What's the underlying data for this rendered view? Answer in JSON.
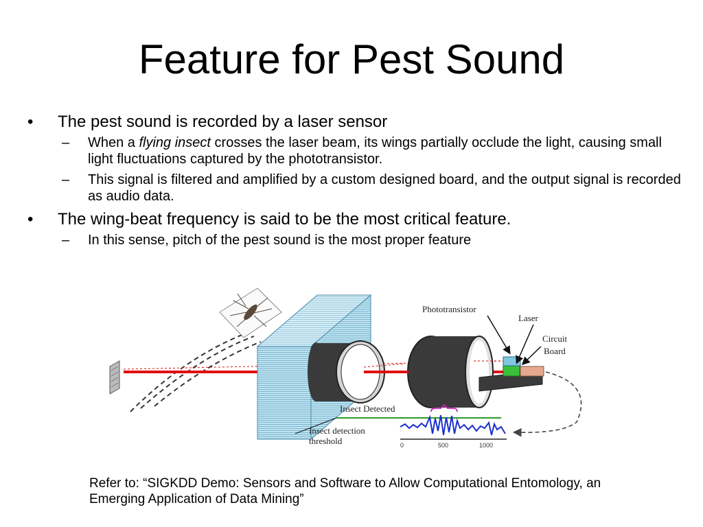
{
  "slide": {
    "title": "Feature for Pest Sound",
    "bullets": [
      {
        "text": "The pest sound is recorded by a laser sensor",
        "subs": [
          {
            "pre": "When a ",
            "em": "flying insect",
            "post": " crosses the laser beam, its wings partially occlude the light, causing small light fluctuations captured by the phototransistor."
          },
          {
            "text": "This signal is filtered and amplified by a custom designed board, and the output signal is recorded as audio data."
          }
        ]
      },
      {
        "text": "The wing-beat frequency is said to be the most critical feature.",
        "subs": [
          {
            "text": "In this sense, pitch of the pest sound is the most proper feature"
          }
        ]
      }
    ],
    "bullet_symbol": "•",
    "dash_symbol": "–",
    "reference": "Refer to: “SIGKDD Demo: Sensors and Software to Allow Computational Entomology, an Emerging Application of Data Mining”"
  },
  "figure": {
    "labels": {
      "phototransistor": "Phototransistor",
      "laser": "Laser",
      "circuit_1": "Circuit",
      "circuit_2": "Board",
      "insect_detected": "Insect Detected",
      "threshold_1": "Insect detection",
      "threshold_2": "threshold"
    },
    "ticks": [
      "0",
      "500",
      "1000"
    ],
    "colors": {
      "beam": "#e01010",
      "signal": "#1a2fd0",
      "threshold_line": "#2a9a2a",
      "bracket": "#d020c0",
      "cylinder": "#3a3a3a",
      "panel": "#9fd3e8",
      "circuit": "#e8a890",
      "laser": "#3cc03c",
      "phototransistor": "#7fc8e0"
    }
  }
}
